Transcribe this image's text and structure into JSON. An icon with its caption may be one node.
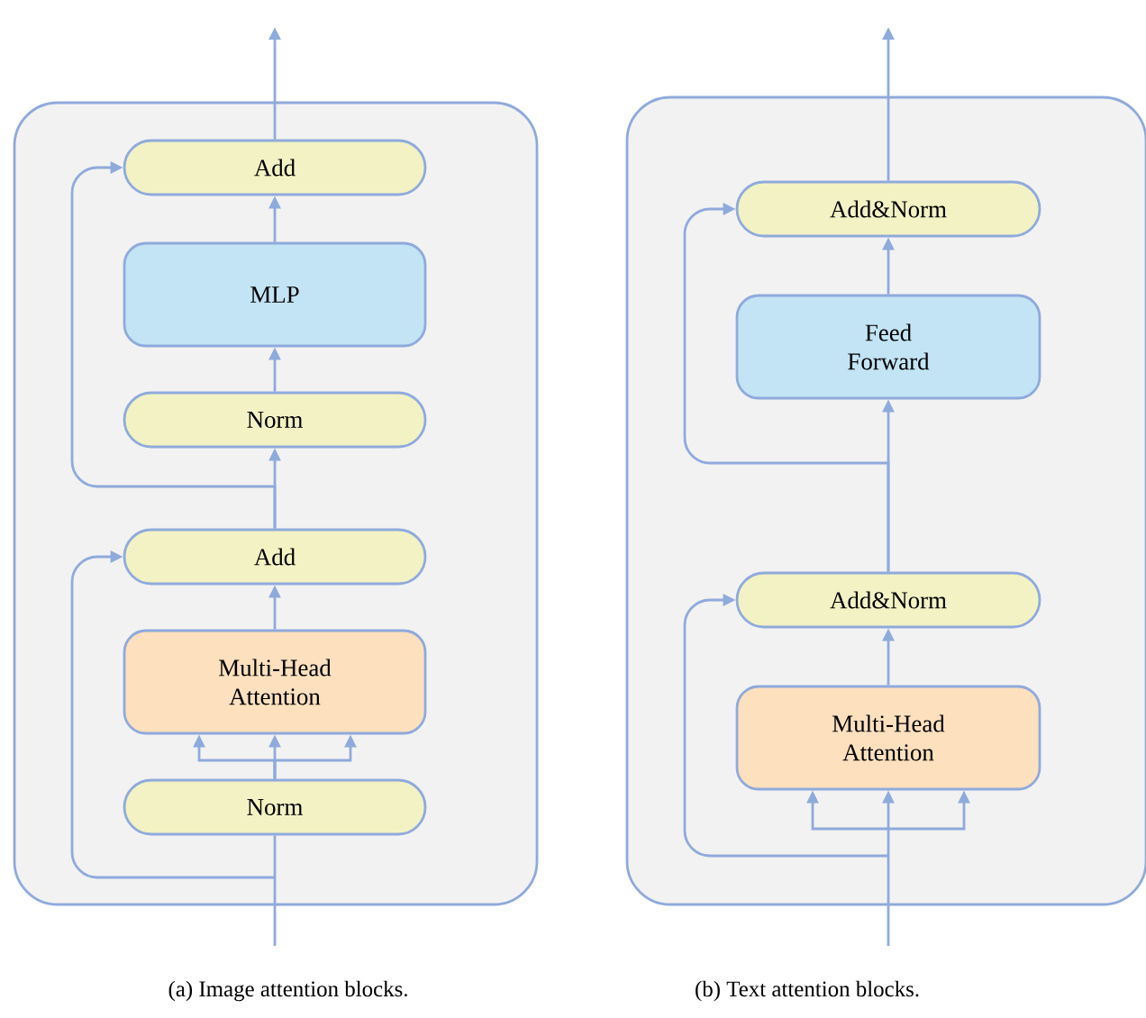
{
  "diagram": {
    "nodes": [
      {
        "text": [],
        "shape": "box"
      },
      {
        "text": [
          "Add"
        ],
        "in": 0
      },
      {
        "text": [
          "MLP"
        ],
        "in": 0
      },
      {
        "text": [
          "Norm"
        ],
        "in": 0
      },
      {
        "text": [
          "Add"
        ],
        "in": 0
      },
      {
        "text": [
          "Multi-Head Attention"
        ],
        "in": 0
      },
      {
        "text": [
          "Norm"
        ],
        "in": 0
      },
      {
        "text": [],
        "shape": "box"
      },
      {
        "text": [
          "Add&Norm"
        ],
        "in": 7
      },
      {
        "text": [
          "Feed Forward"
        ],
        "in": 7
      },
      {
        "text": [
          "Add&Norm"
        ],
        "in": 7
      },
      {
        "text": [
          "Multi-Head Attention"
        ],
        "in": 7
      }
    ],
    "edges": [
      {
        "from": null,
        "to": 6,
        "arrow": "none"
      },
      {
        "from": null,
        "to": 4,
        "arrow": "to"
      },
      {
        "from": 6,
        "to": 5,
        "arrow": "to"
      },
      {
        "from": 6,
        "to": 5,
        "arrow": "to"
      },
      {
        "from": 6,
        "to": 5,
        "arrow": "to"
      },
      {
        "from": 5,
        "to": 4,
        "arrow": "to"
      },
      {
        "from": 4,
        "to": 3,
        "arrow": "to"
      },
      {
        "from": 4,
        "to": 1,
        "arrow": "to"
      },
      {
        "from": 3,
        "to": 2,
        "arrow": "to"
      },
      {
        "from": 2,
        "to": 1,
        "arrow": "to"
      },
      {
        "from": 1,
        "to": null,
        "arrow": "to"
      },
      {
        "from": null,
        "to": 11,
        "arrow": "to"
      },
      {
        "from": null,
        "to": 11,
        "arrow": "to"
      },
      {
        "from": null,
        "to": 11,
        "arrow": "to"
      },
      {
        "from": null,
        "to": 10,
        "arrow": "to"
      },
      {
        "from": 11,
        "to": 10,
        "arrow": "to"
      },
      {
        "from": 10,
        "to": 9,
        "arrow": "to"
      },
      {
        "from": 10,
        "to": 8,
        "arrow": "to"
      },
      {
        "from": 9,
        "to": 8,
        "arrow": "to"
      },
      {
        "from": 8,
        "to": null,
        "arrow": "to"
      }
    ],
    "labels": [
      "(a) Image attention blocks.",
      "(b) Text attention blocks."
    ]
  }
}
